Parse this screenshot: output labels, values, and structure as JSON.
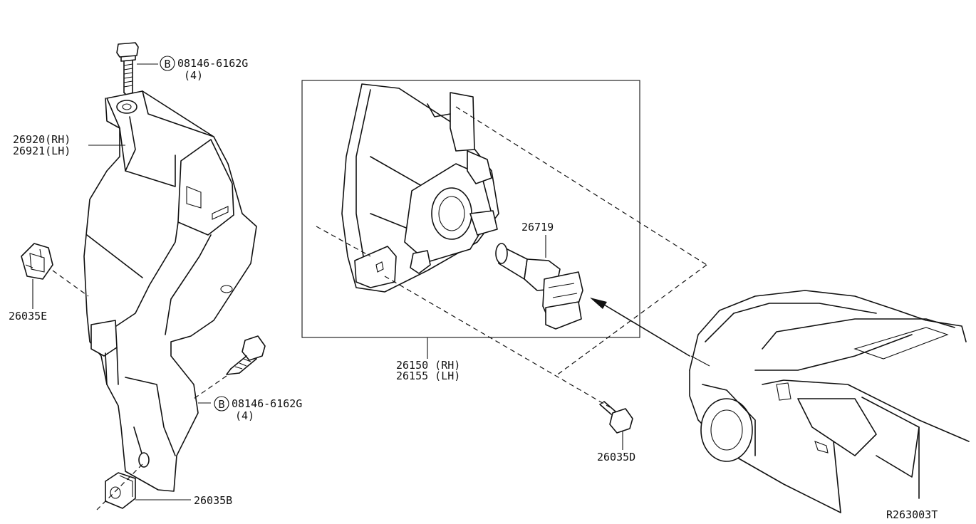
{
  "callouts": {
    "bolt_top": {
      "code": "B",
      "part": "08146-6162G",
      "qty": "(4)"
    },
    "bolt_mid": {
      "code": "B",
      "part": "08146-6162G",
      "qty": "(4)"
    },
    "bracket_rh": "26920(RH)",
    "bracket_lh": "26921(LH)",
    "clip_e": "26035E",
    "clip_b": "26035B",
    "bulb": "26719",
    "lamp_rh": "26150 (RH)",
    "lamp_lh": "26155 (LH)",
    "clip_d": "26035D"
  },
  "diagram_id": "R263003T"
}
